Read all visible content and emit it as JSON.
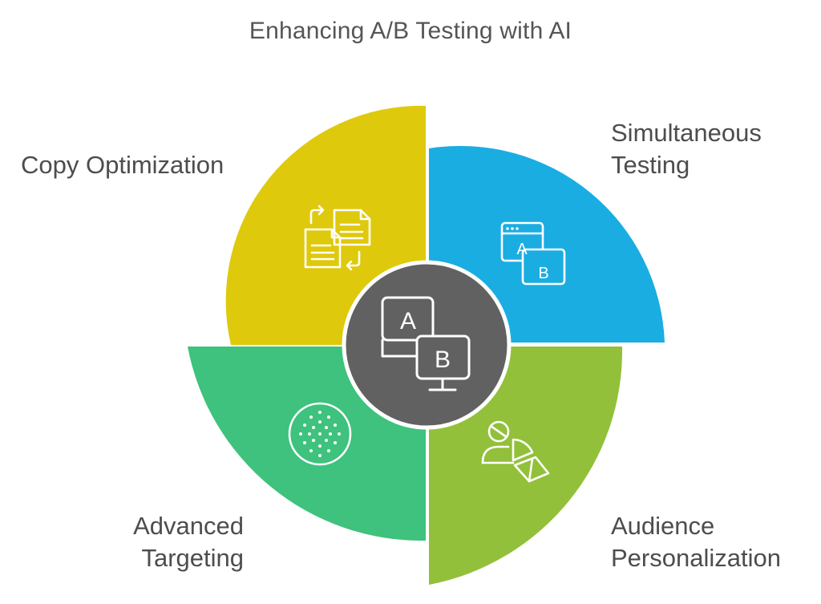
{
  "title": "Enhancing A/B Testing with AI",
  "segments": [
    {
      "id": "copy",
      "lines": [
        "Copy Optimization"
      ],
      "color": "#dfc90c",
      "icon": "copy-swap-icon"
    },
    {
      "id": "sim",
      "lines": [
        "Simultaneous",
        "Testing"
      ],
      "color": "#1aade2",
      "icon": "ab-windows-icon"
    },
    {
      "id": "adv",
      "lines": [
        "Advanced",
        "Targeting"
      ],
      "color": "#3ec27d",
      "icon": "dotted-circle-icon"
    },
    {
      "id": "aud",
      "lines": [
        "Audience",
        "Personalization"
      ],
      "color": "#92c03a",
      "icon": "person-pie-icon"
    }
  ],
  "center": {
    "color": "#616161",
    "icon": "ab-monitor-icon",
    "letters": [
      "A",
      "B"
    ]
  },
  "icons": {
    "sim_letters": [
      "A",
      "B"
    ]
  }
}
